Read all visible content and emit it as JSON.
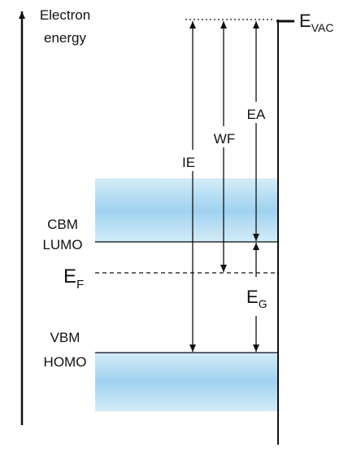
{
  "axis": {
    "label_line1": "Electron",
    "label_line2": "energy"
  },
  "levels": {
    "vacuum": {
      "main": "E",
      "sub": "VAC"
    },
    "fermi": {
      "main": "E",
      "sub": "F"
    },
    "cbm_line1": "CBM",
    "cbm_line2": "LUMO",
    "vbm_line1": "VBM",
    "vbm_line2": "HOMO"
  },
  "quantities": {
    "ie": "IE",
    "wf": "WF",
    "ea": "EA",
    "gap": {
      "main": "E",
      "sub": "G"
    }
  },
  "colors": {
    "band_top": "#d4ecf8",
    "band_mid": "#9fd2ef",
    "line": "#111111"
  }
}
